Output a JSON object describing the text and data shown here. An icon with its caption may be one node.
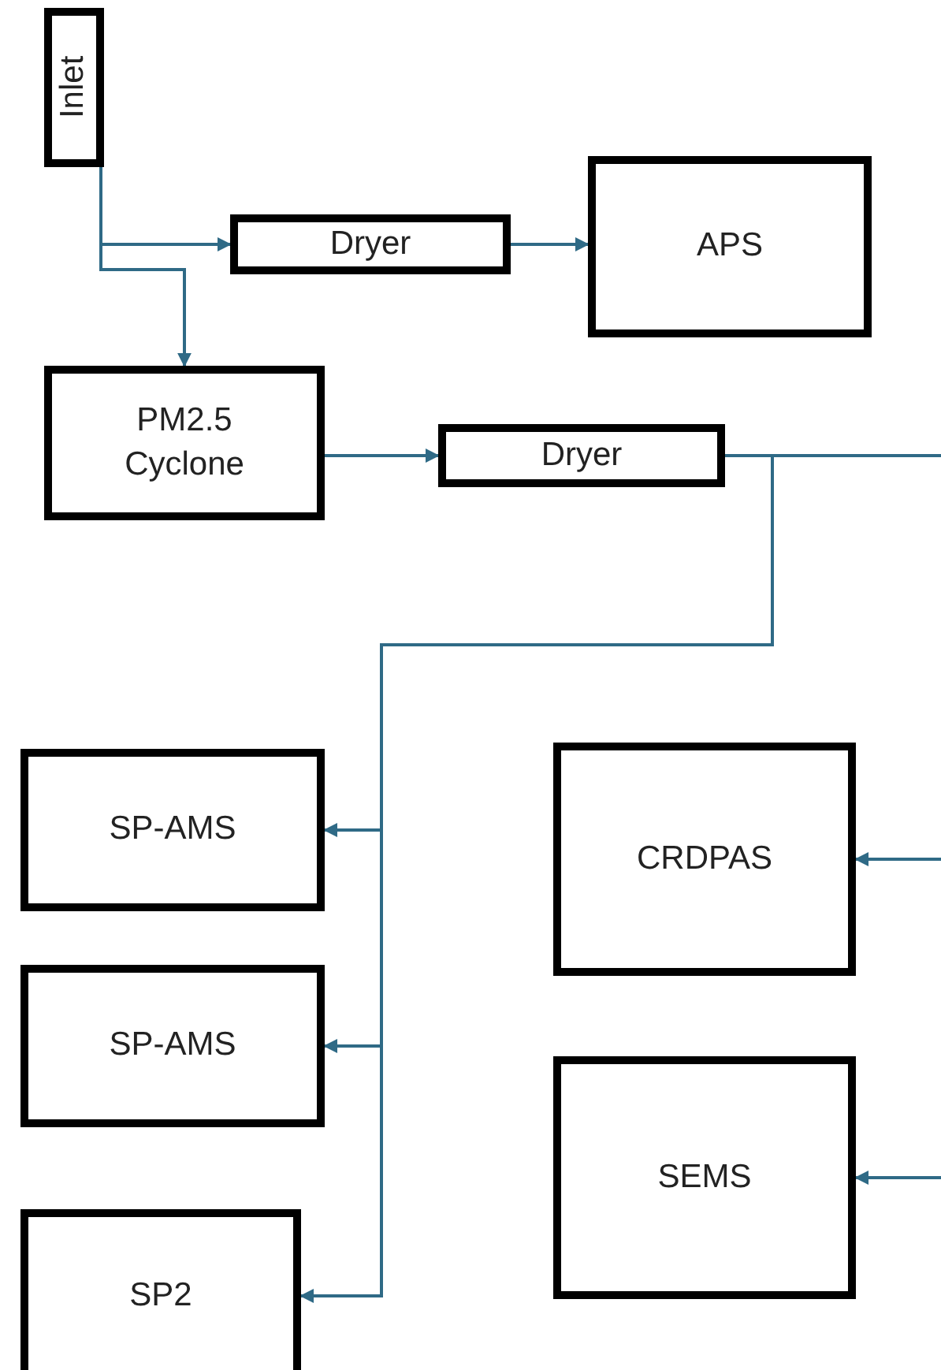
{
  "diagram": {
    "nodes": [
      {
        "text": [
          "Inlet"
        ]
      },
      {
        "text": [
          "Dryer"
        ]
      },
      {
        "text": [
          "APS"
        ]
      },
      {
        "text": [
          "PM2.5 Cyclone"
        ]
      },
      {
        "text": [
          "Dryer"
        ]
      },
      {
        "text": [
          "SP-AMS"
        ]
      },
      {
        "text": [
          "SP-AMS"
        ]
      },
      {
        "text": [
          "SP2"
        ]
      },
      {
        "text": [
          "CRDPAS"
        ]
      },
      {
        "text": [
          "SEMS"
        ]
      }
    ],
    "edges": [
      {
        "from": 0,
        "to": 1,
        "arrow": "to"
      },
      {
        "from": 0,
        "to": 3,
        "arrow": "to"
      },
      {
        "from": 1,
        "to": 2,
        "arrow": "to"
      },
      {
        "from": 3,
        "to": 4,
        "arrow": "to"
      },
      {
        "from": 4,
        "to": 5,
        "arrow": "to"
      },
      {
        "from": 4,
        "to": 6,
        "arrow": "to"
      },
      {
        "from": 4,
        "to": 7,
        "arrow": "to"
      },
      {
        "from": 4,
        "to": null,
        "arrow": "none"
      },
      {
        "from": null,
        "to": 8,
        "arrow": "to"
      },
      {
        "from": null,
        "to": 9,
        "arrow": "to"
      }
    ]
  }
}
